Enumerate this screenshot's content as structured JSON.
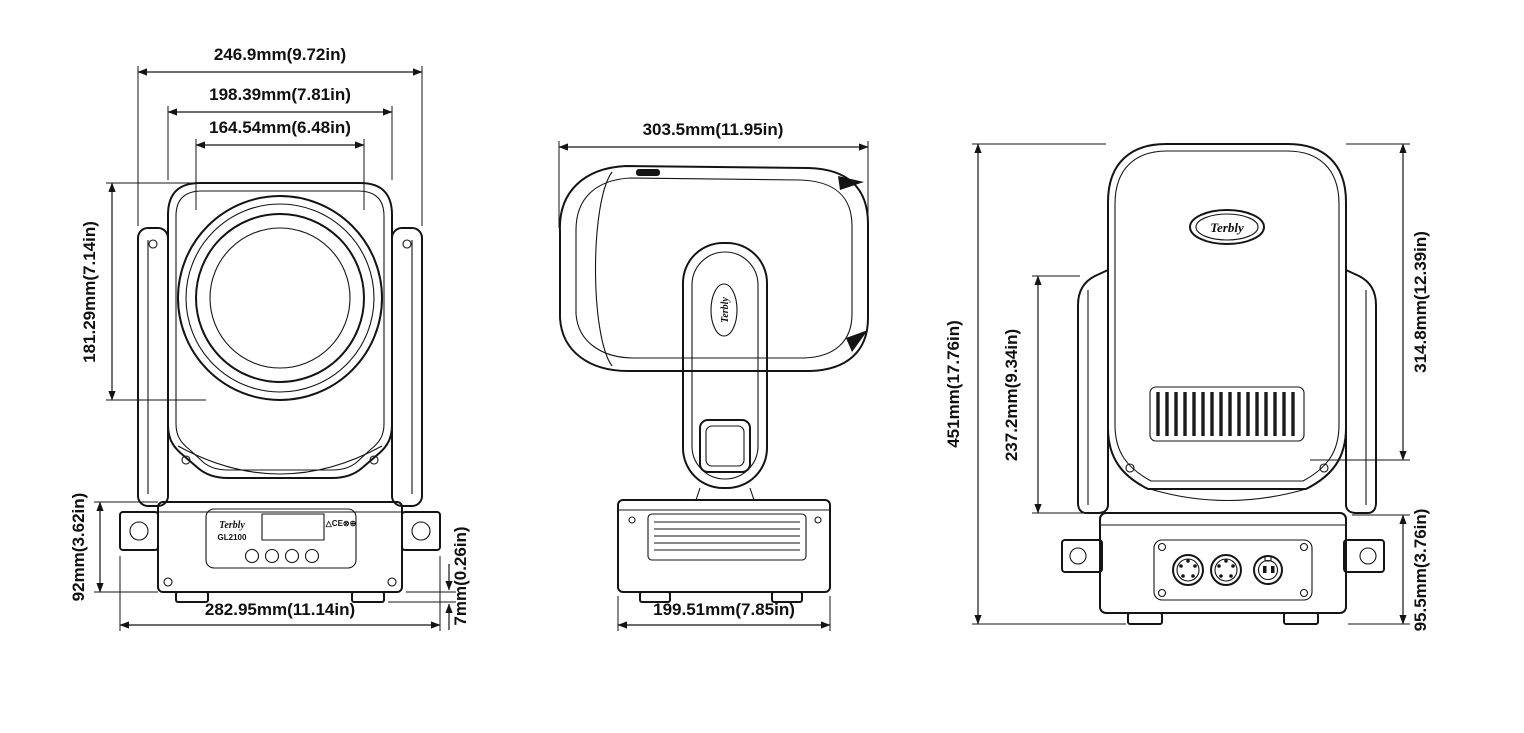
{
  "front_view": {
    "dims": {
      "outer_width": "246.9mm(9.72in)",
      "mid_width": "198.39mm(7.81in)",
      "lens_width": "164.54mm(6.48in)",
      "head_height": "181.29mm(7.14in)",
      "base_height": "92mm(3.62in)",
      "base_width": "282.95mm(11.14in)",
      "foot_height": "7mm(0.26in)"
    },
    "panel": {
      "brand": "Terbly",
      "model": "GL2100",
      "marks": "△CE⊗⊕"
    }
  },
  "side_view": {
    "dims": {
      "depth": "303.5mm(11.95in)",
      "base_depth": "199.51mm(7.85in)"
    },
    "brand": "Terbly"
  },
  "rear_view": {
    "dims": {
      "total_height": "451mm(17.76in)",
      "yoke_height": "237.2mm(9.34in)",
      "head_height": "314.8mm(12.39in)",
      "base_height": "95.5mm(3.76in)"
    },
    "brand": "Terbly"
  }
}
